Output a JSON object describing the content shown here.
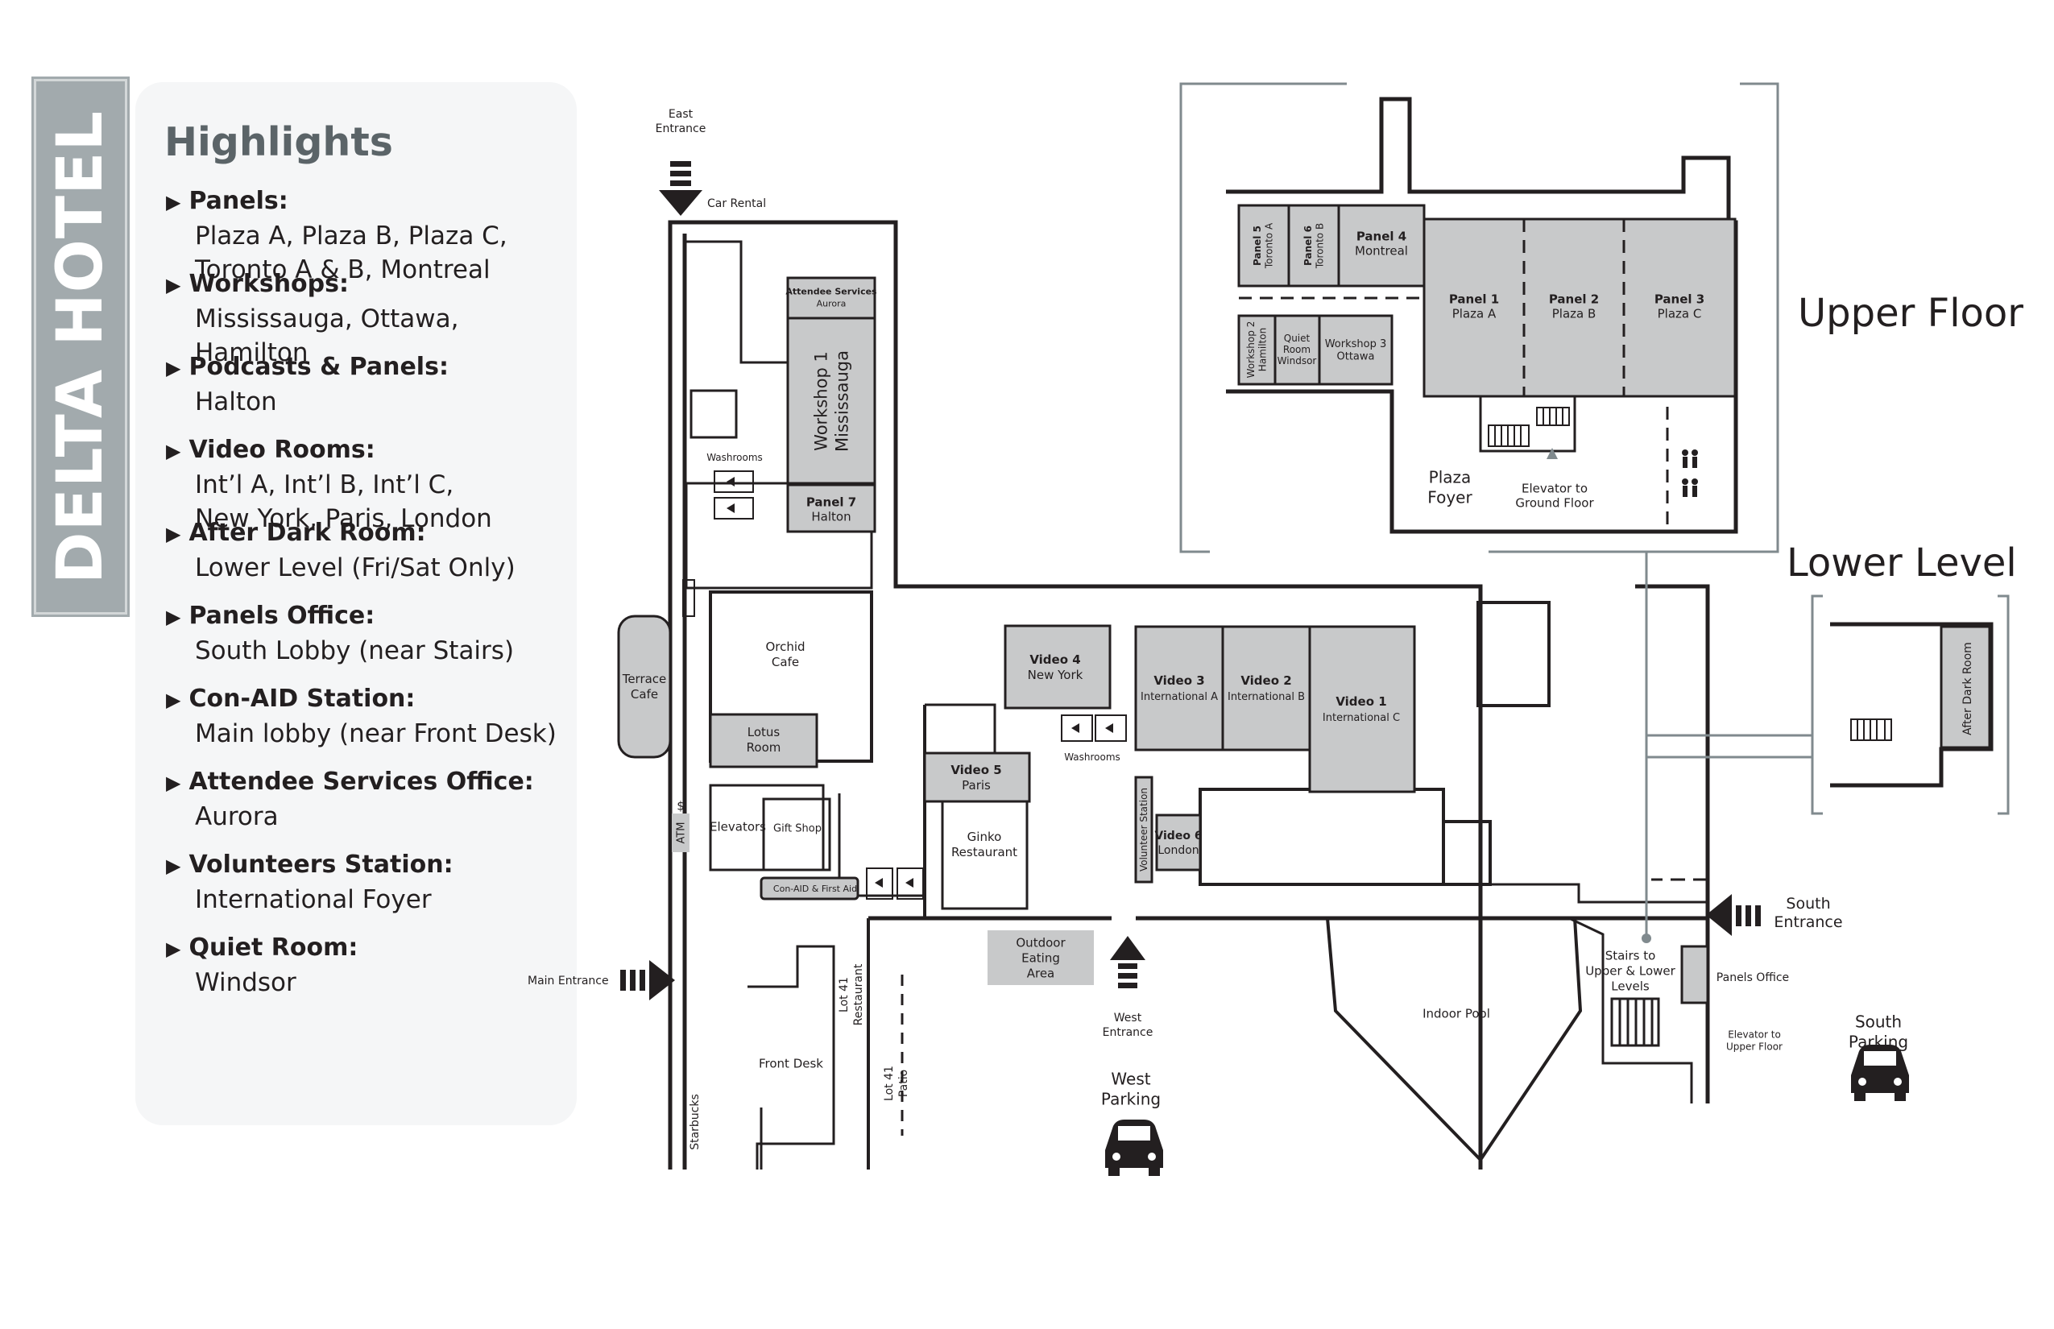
{
  "brand": {
    "title": "DELTA HOTEL",
    "color": "#a2aaad"
  },
  "highlights": {
    "title": "Highlights",
    "items": [
      {
        "heading": "Panels:",
        "lines": [
          "Plaza A, Plaza B, Plaza C,",
          "Toronto A & B, Montreal"
        ]
      },
      {
        "heading": "Workshops:",
        "lines": [
          "Mississauga, Ottawa,",
          "Hamilton"
        ]
      },
      {
        "heading": "Podcasts & Panels:",
        "lines": [
          "Halton"
        ]
      },
      {
        "heading": "Video Rooms:",
        "lines": [
          "Int’l A, Int’l B, Int’l C,",
          "New York, Paris, London"
        ]
      },
      {
        "heading": "After Dark Room:",
        "lines": [
          "Lower Level (Fri/Sat Only)"
        ]
      },
      {
        "heading": "Panels Office:",
        "lines": [
          "South Lobby (near Stairs)"
        ]
      },
      {
        "heading": "Con-AID Station:",
        "lines": [
          "Main lobby (near Front Desk)"
        ]
      },
      {
        "heading": "Attendee Services Office:",
        "lines": [
          "Aurora"
        ]
      },
      {
        "heading": "Volunteers Station:",
        "lines": [
          "International Foyer"
        ]
      },
      {
        "heading": "Quiet Room:",
        "lines": [
          "Windsor"
        ]
      }
    ]
  },
  "floors": {
    "upper": "Upper Floor",
    "lower": "Lower Level"
  },
  "upper_rooms": {
    "panel5": [
      "Panel 5",
      "Toronto A"
    ],
    "panel6": [
      "Panel 6",
      "Toronto B"
    ],
    "panel4": [
      "Panel 4",
      "Montreal"
    ],
    "panel1": [
      "Panel 1",
      "Plaza A"
    ],
    "panel2": [
      "Panel 2",
      "Plaza B"
    ],
    "panel3": [
      "Panel 3",
      "Plaza C"
    ],
    "workshop2": [
      "Workshop 2",
      "Hamilton"
    ],
    "quiet": [
      "Quiet",
      "Room",
      "Windsor"
    ],
    "workshop3": [
      "Workshop 3",
      "Ottawa"
    ],
    "plaza_foyer": [
      "Plaza",
      "Foyer"
    ],
    "elevator_ground": [
      "Elevator to",
      "Ground Floor"
    ]
  },
  "lower_rooms": {
    "after_dark": "After Dark Room"
  },
  "ground_rooms": {
    "attendee": [
      "Attendee Services",
      "Aurora"
    ],
    "workshop1": [
      "Workshop 1",
      "Mississauga"
    ],
    "panel7": [
      "Panel 7",
      "Halton"
    ],
    "washrooms_west": "Washrooms",
    "orchid": [
      "Orchid",
      "Cafe"
    ],
    "lotus": [
      "Lotus",
      "Room"
    ],
    "terrace": [
      "Terrace",
      "Cafe"
    ],
    "elevators": "Elevators",
    "gift_shop": "Gift Shop",
    "con_aid": "Con-AID & First Aid",
    "atm": "ATM",
    "atm_symbol": "$",
    "front_desk": "Front Desk",
    "lot41_restaurant": [
      "Lot 41",
      "Restaurant"
    ],
    "lot41_patio": [
      "Lot 41",
      "Patio"
    ],
    "starbucks": "Starbucks",
    "video4": [
      "Video 4",
      "New York"
    ],
    "video5": [
      "Video 5",
      "Paris"
    ],
    "ginko": [
      "Ginko",
      "Restaurant"
    ],
    "washrooms_mid": "Washrooms",
    "video3": [
      "Video 3",
      "International A"
    ],
    "video2": [
      "Video 2",
      "International B"
    ],
    "video1": [
      "Video 1",
      "International C"
    ],
    "volunteer": "Volunteer Station",
    "video6": [
      "Video 6",
      "London"
    ],
    "outdoor": [
      "Outdoor",
      "Eating",
      "Area"
    ],
    "indoor_pool": "Indoor Pool",
    "stairs": [
      "Stairs to",
      "Upper & Lower",
      "Levels"
    ],
    "panels_office": "Panels Office",
    "elevator_upper": [
      "Elevator to",
      "Upper Floor"
    ]
  },
  "entrances": {
    "east": [
      "East",
      "Entrance"
    ],
    "car_rental": "Car Rental",
    "main": "Main Entrance",
    "west": [
      "West",
      "Entrance"
    ],
    "south": [
      "South",
      "Entrance"
    ]
  },
  "parking": {
    "west": [
      "West",
      "Parking"
    ],
    "south": [
      "South",
      "Parking"
    ]
  },
  "colors": {
    "room_fill": "#c8c9ca",
    "wall": "#231f20",
    "bracket": "#808a8e"
  }
}
